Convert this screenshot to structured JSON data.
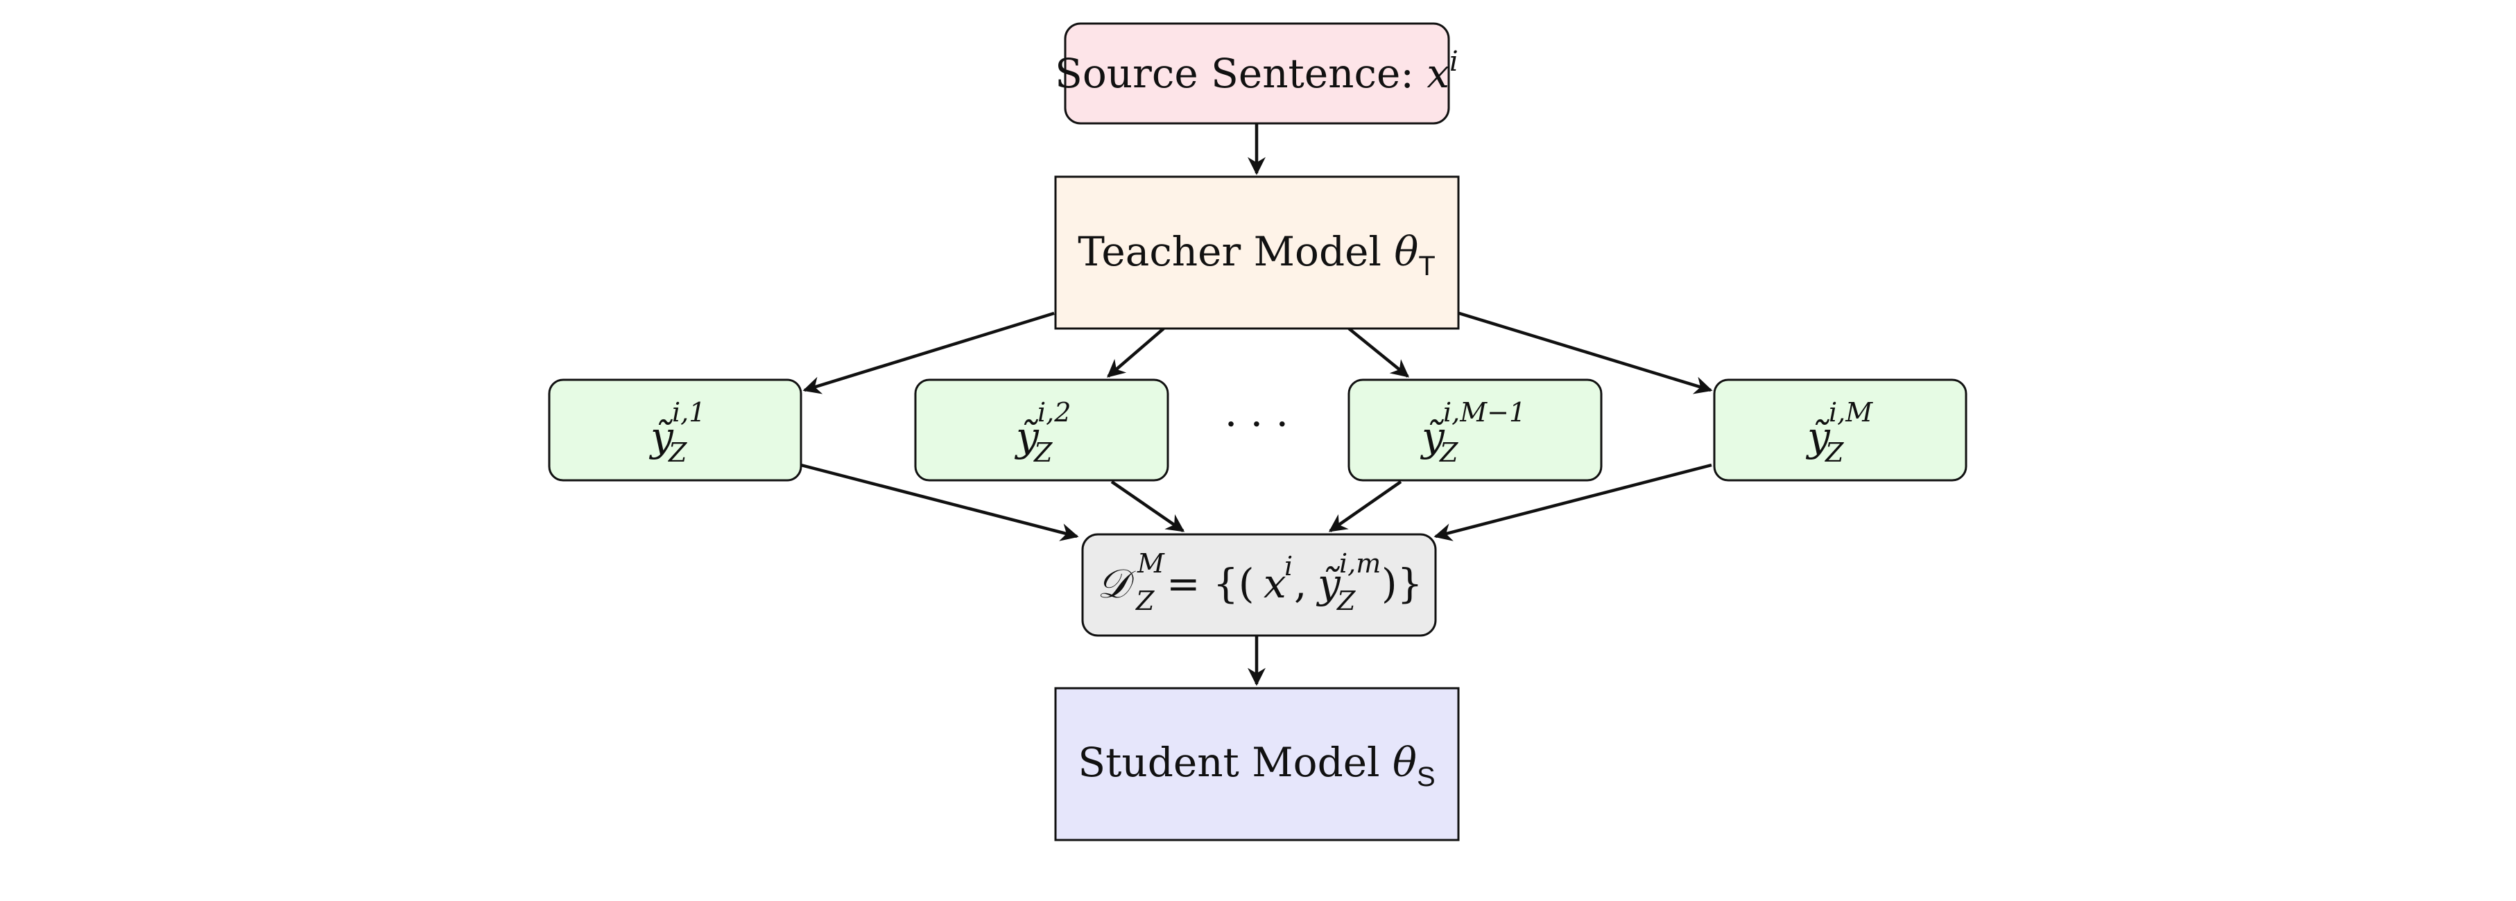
{
  "colors": {
    "source_fill": "#fde4e8",
    "teacher_fill": "#fef3e8",
    "output_fill": "#e6fbe4",
    "dataset_fill": "#ebebeb",
    "student_fill": "#e6e6fb",
    "stroke": "#111111"
  },
  "nodes": {
    "source": {
      "text": "Source Sentence: ",
      "var": "x",
      "sup": "i"
    },
    "teacher": {
      "text": "Teacher Model ",
      "theta": "θ",
      "sub": "T"
    },
    "outputs": [
      {
        "y": "ỹ",
        "sup": "i,1",
        "sub": "Z"
      },
      {
        "y": "ỹ",
        "sup": "i,2",
        "sub": "Z"
      },
      {
        "y": "ỹ",
        "sup": "i,M−1",
        "sub": "Z"
      },
      {
        "y": "ỹ",
        "sup": "i,M",
        "sub": "Z"
      }
    ],
    "ellipsis": "· · ·",
    "dataset": {
      "D": "𝒟",
      "sup": "M",
      "sub": "Z",
      "eq": " = {(",
      "x": "x",
      "x_sup": "i",
      "comma": ", ",
      "y": "ỹ",
      "y_sup": "i,m",
      "y_sub": "Z",
      "close": ")}"
    },
    "student": {
      "text": "Student Model ",
      "theta": "θ",
      "sub": "S"
    }
  }
}
